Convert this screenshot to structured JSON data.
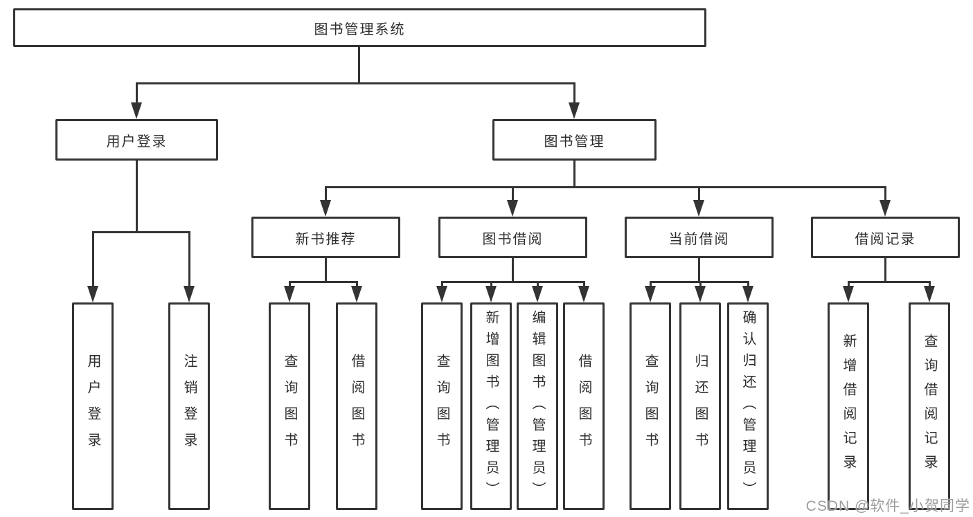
{
  "diagram_type": "hierarchy-tree",
  "colors": {
    "line": "#343434",
    "text": "#2d2d2d",
    "watermark": "#9e9e9e",
    "background": "#ffffff"
  },
  "tree": {
    "label": "图书管理系统",
    "children": [
      {
        "label": "用户登录",
        "children": [
          {
            "label": "用户登录"
          },
          {
            "label": "注销登录"
          }
        ]
      },
      {
        "label": "图书管理",
        "children": [
          {
            "label": "新书推荐",
            "children": [
              {
                "label": "查询图书"
              },
              {
                "label": "借阅图书"
              }
            ]
          },
          {
            "label": "图书借阅",
            "children": [
              {
                "label": "查询图书"
              },
              {
                "label": "新增图书（管理员）"
              },
              {
                "label": "编辑图书（管理员）"
              },
              {
                "label": "借阅图书"
              }
            ]
          },
          {
            "label": "当前借阅",
            "children": [
              {
                "label": "查询图书"
              },
              {
                "label": "归还图书"
              },
              {
                "label": "确认归还（管理员）"
              }
            ]
          },
          {
            "label": "借阅记录",
            "children": [
              {
                "label": "新增借阅记录"
              },
              {
                "label": "查询借阅记录"
              }
            ]
          }
        ]
      }
    ]
  },
  "watermark": {
    "text": "CSDN @软件_小贺同学"
  }
}
